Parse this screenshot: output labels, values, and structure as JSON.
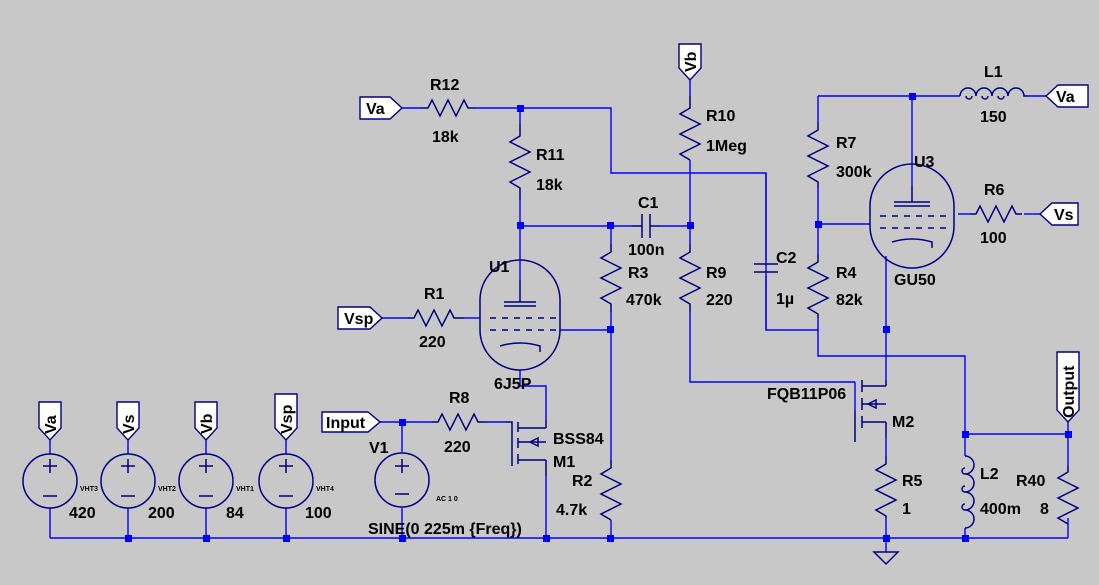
{
  "colors": {
    "background": "#c8c8c8",
    "wire": "#0000ff",
    "component": "#000080",
    "text": "#000000"
  },
  "nets": {
    "va1": "Va",
    "va2": "Va",
    "vb": "Vb",
    "vs": "Vs",
    "vsp": "Vsp",
    "input": "Input",
    "output": "Output",
    "src_va": "Va",
    "src_vs": "Vs",
    "src_vb": "Vb",
    "src_vsp": "Vsp"
  },
  "components": {
    "R12": {
      "name": "R12",
      "value": "18k"
    },
    "R11": {
      "name": "R11",
      "value": "18k"
    },
    "R10": {
      "name": "R10",
      "value": "1Meg"
    },
    "R7": {
      "name": "R7",
      "value": "300k"
    },
    "R6": {
      "name": "R6",
      "value": "100"
    },
    "R1": {
      "name": "R1",
      "value": "220"
    },
    "R3": {
      "name": "R3",
      "value": "470k"
    },
    "R9": {
      "name": "R9",
      "value": "220"
    },
    "R4": {
      "name": "R4",
      "value": "82k"
    },
    "R8": {
      "name": "R8",
      "value": "220"
    },
    "R2": {
      "name": "R2",
      "value": "4.7k"
    },
    "R5": {
      "name": "R5",
      "value": "1"
    },
    "R40": {
      "name": "R40",
      "value": "8"
    },
    "C1": {
      "name": "C1",
      "value": "100n"
    },
    "C2": {
      "name": "C2",
      "value": "1µ"
    },
    "L1": {
      "name": "L1",
      "value": "150"
    },
    "L2": {
      "name": "L2",
      "value": "400m"
    },
    "U1": {
      "name": "U1",
      "value": "6J5P"
    },
    "U3": {
      "name": "U3",
      "value": "GU50"
    },
    "M1": {
      "name": "M1",
      "value": "BSS84"
    },
    "M2": {
      "name": "M2",
      "value": "FQB11P06"
    },
    "V1": {
      "name": "V1",
      "value": "SINE(0 225m {Freq})",
      "ac": "AC 1 0"
    },
    "VHT3": {
      "name": "VHT3",
      "value": "420"
    },
    "VHT2": {
      "name": "VHT2",
      "value": "200"
    },
    "VHT1": {
      "name": "VHT1",
      "value": "84"
    },
    "VHT4": {
      "name": "VHT4",
      "value": "100"
    }
  }
}
